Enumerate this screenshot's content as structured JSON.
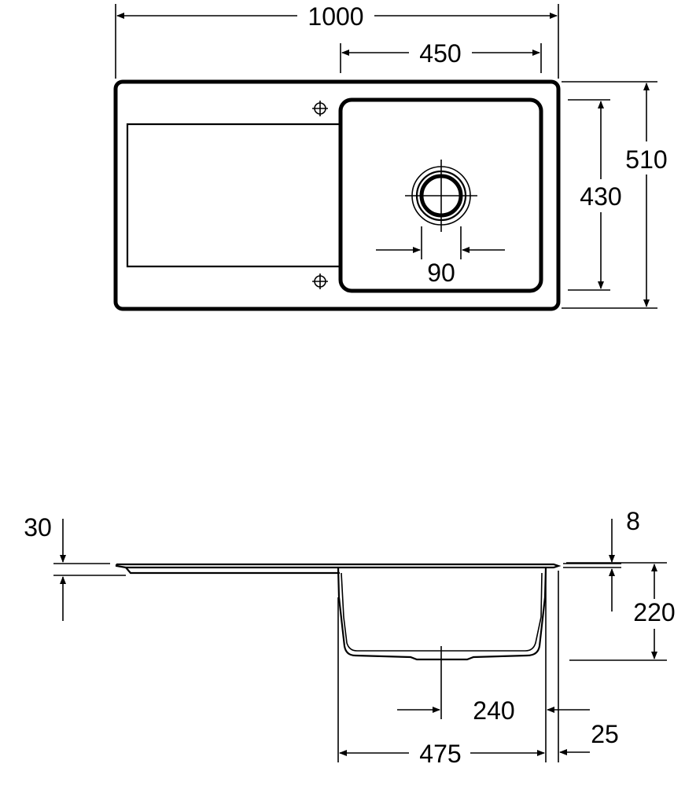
{
  "top_view": {
    "overall_width": "1000",
    "bowl_width": "450",
    "overall_depth": "510",
    "bowl_depth": "430",
    "drain_diameter": "90"
  },
  "side_view": {
    "rim_offset": "30",
    "rim_thickness": "8",
    "bowl_height": "220",
    "drain_offset": "240",
    "edge_offset": "25",
    "bowl_length": "475"
  }
}
